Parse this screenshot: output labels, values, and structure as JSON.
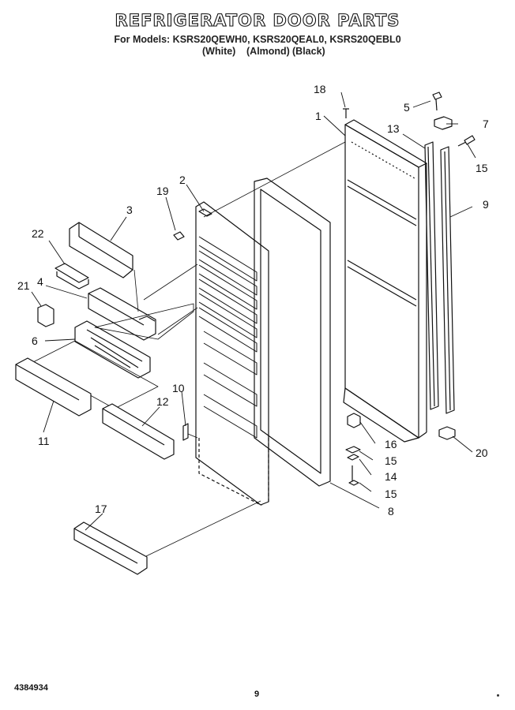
{
  "header": {
    "title": "REFRIGERATOR DOOR PARTS",
    "models": "For Models: KSRS20QEWH0, KSRS20QEAL0, KSRS20QEBL0",
    "color_white": "(White)",
    "color_almond": "(Almond)",
    "color_black": "(Black)"
  },
  "footer": {
    "part_number": "4384934",
    "page": "9"
  },
  "callouts": [
    "1",
    "2",
    "3",
    "4",
    "5",
    "6",
    "7",
    "8",
    "9",
    "10",
    "11",
    "12",
    "13",
    "14",
    "15",
    "15",
    "15",
    "16",
    "17",
    "18",
    "19",
    "20",
    "21",
    "22"
  ]
}
